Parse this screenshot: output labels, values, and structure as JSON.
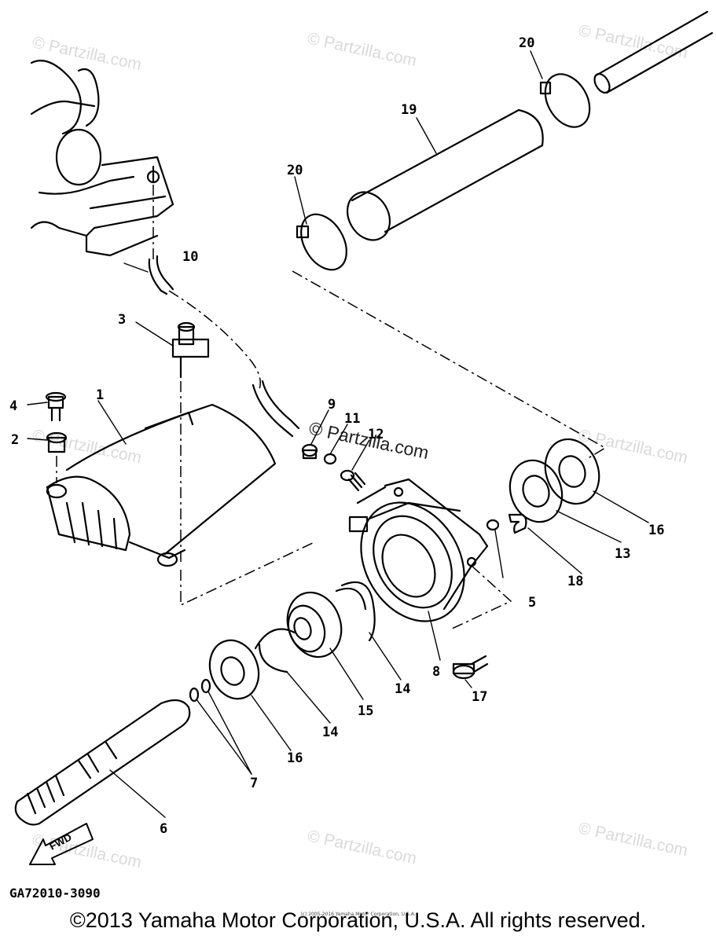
{
  "diagram": {
    "part_code": "GA72010-3090",
    "fwd_label": "FWD",
    "callouts": {
      "c1": "1",
      "c2": "2",
      "c3": "3",
      "c4": "4",
      "c5": "5",
      "c6": "6",
      "c7": "7",
      "c8": "8",
      "c9": "9",
      "c10": "10",
      "c11": "11",
      "c12": "12",
      "c13": "13",
      "c14a": "14",
      "c14b": "14",
      "c15": "15",
      "c16a": "16",
      "c16b": "16",
      "c17": "17",
      "c18": "18",
      "c19": "19",
      "c20a": "20",
      "c20b": "20"
    },
    "watermark": "© Partzilla.com",
    "watermark_center": "© Partzilla.com"
  },
  "footer": {
    "copyright": "©2013 Yamaha Motor Corporation, U.S.A. All rights reserved.",
    "tiny_credit": "(c) 2005-2016 Yamaha Motor Corporation, U.S.A."
  },
  "colors": {
    "ink": "#000000",
    "watermark": "#dadada",
    "background": "#ffffff"
  }
}
